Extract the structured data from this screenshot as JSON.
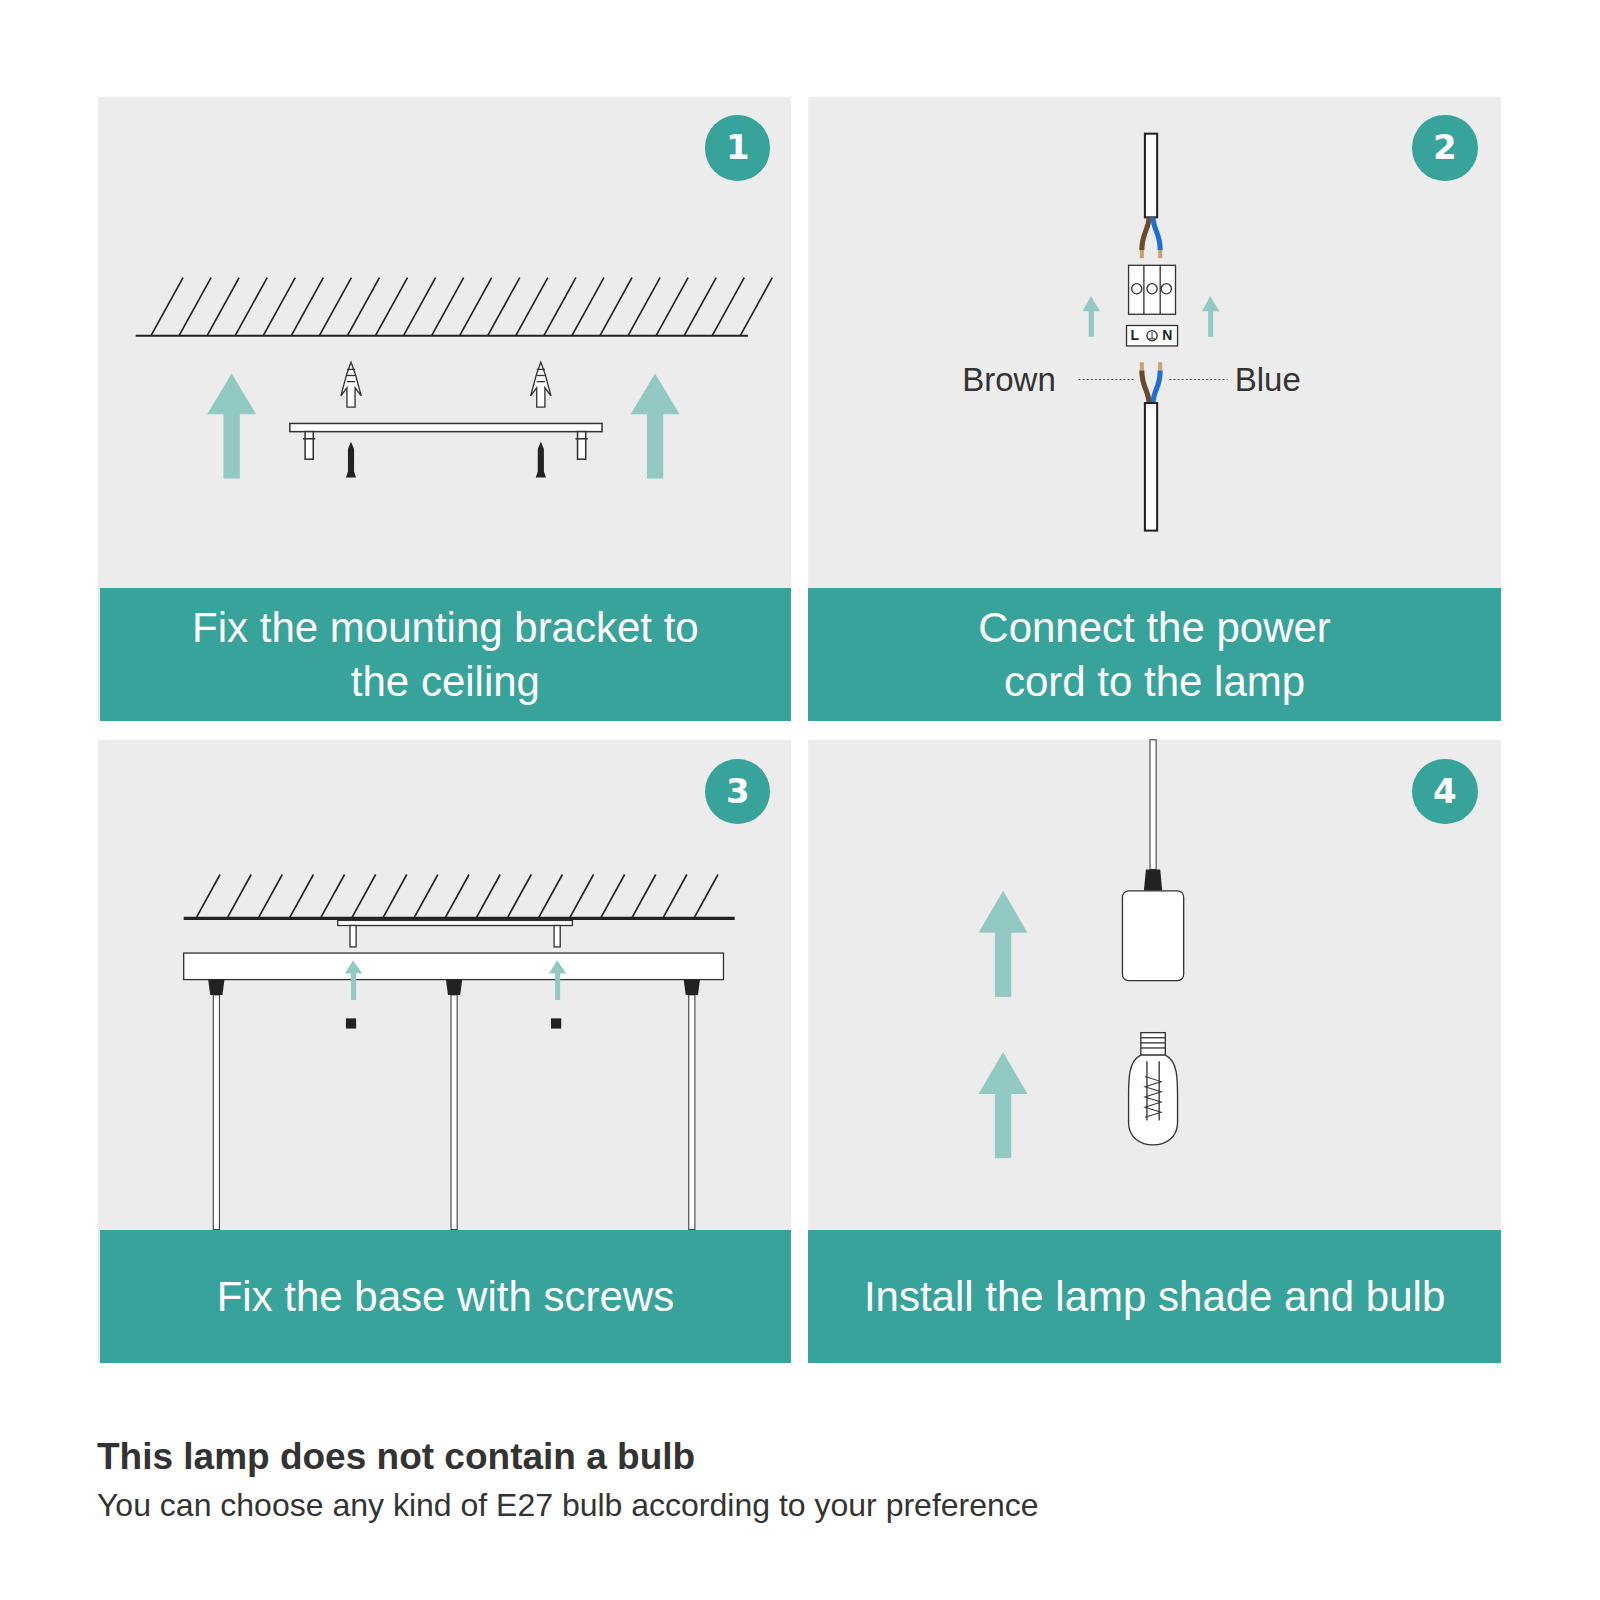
{
  "diagram": {
    "nodes": [
      {
        "text": [
          "1"
        ]
      },
      {
        "text": [
          "Fix the mounting bracket to the ceiling"
        ]
      },
      {
        "text": [
          "2"
        ]
      },
      {
        "text": [
          "Connect the power cord to the lamp"
        ]
      },
      {
        "text": [
          "3"
        ]
      },
      {
        "text": [
          "Fix the base with screws"
        ]
      },
      {
        "text": [
          "4"
        ]
      },
      {
        "text": [
          "Install the lamp shade and bulb"
        ]
      }
    ],
    "labels": [
      "Brown",
      "Blue",
      "L",
      "N",
      "This lamp does not contain a bulb",
      "You can choose any kind of E27 bulb according to your preference"
    ]
  }
}
